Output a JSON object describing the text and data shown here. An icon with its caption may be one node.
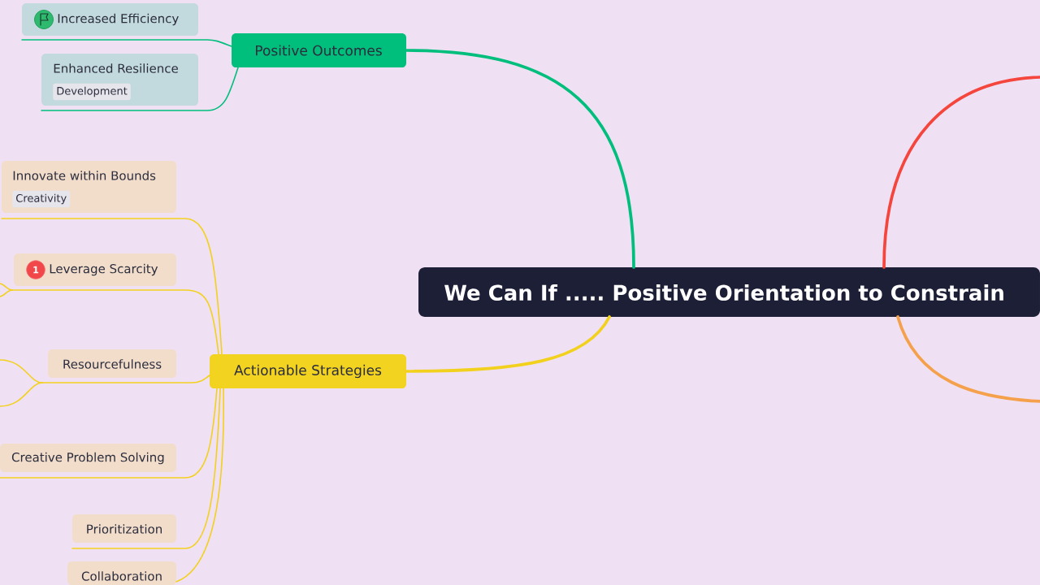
{
  "diagram": {
    "nodes": [
      {
        "text": [
          "We Can If ..... Positive Orientation to Constrain"
        ]
      },
      {
        "text": [
          "Positive Outcomes"
        ]
      },
      {
        "text": [
          "Increased Efficiency"
        ]
      },
      {
        "text": [
          "Enhanced Resilience",
          "Development"
        ]
      },
      {
        "text": [
          "Actionable Strategies"
        ]
      },
      {
        "text": [
          "Innovate within Bounds",
          "Creativity"
        ]
      },
      {
        "text": [
          "1",
          "Leverage Scarcity"
        ]
      },
      {
        "text": [
          "Resourcefulness"
        ]
      },
      {
        "text": [
          "Creative Problem Solving"
        ]
      },
      {
        "text": [
          "Prioritization"
        ]
      },
      {
        "text": [
          "Collaboration"
        ]
      }
    ],
    "edges": [
      {
        "from": 0,
        "to": 1,
        "arrow": "none",
        "style": "thick",
        "color": "#00be7b"
      },
      {
        "from": 0,
        "to": 4,
        "arrow": "none",
        "style": "thick"
      },
      {
        "from": 0,
        "to": null,
        "arrow": "none",
        "style": "thick",
        "color": "#f5463e"
      },
      {
        "from": 0,
        "to": null,
        "arrow": "none",
        "style": "thick",
        "color": "#f5a14b"
      },
      {
        "from": 1,
        "to": 2,
        "arrow": "none",
        "color": "#00be7b"
      },
      {
        "from": 1,
        "to": 3,
        "arrow": "none",
        "color": "#00be7b"
      },
      {
        "from": 4,
        "to": 5,
        "arrow": "none"
      },
      {
        "from": 4,
        "to": 6,
        "arrow": "none"
      },
      {
        "from": 4,
        "to": 7,
        "arrow": "none"
      },
      {
        "from": 4,
        "to": 8,
        "arrow": "none"
      },
      {
        "from": 4,
        "to": 9,
        "arrow": "none"
      },
      {
        "from": 4,
        "to": 10,
        "arrow": "none"
      },
      {
        "from": 6,
        "to": null,
        "arrow": "none"
      },
      {
        "from": 6,
        "to": null,
        "arrow": "none"
      },
      {
        "from": 7,
        "to": null,
        "arrow": "none"
      },
      {
        "from": 7,
        "to": null,
        "arrow": "none"
      }
    ]
  }
}
